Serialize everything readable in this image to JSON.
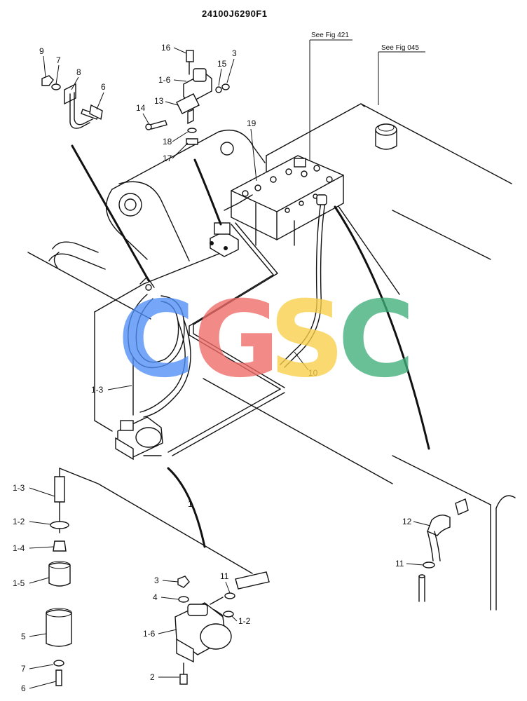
{
  "drawing_code": "24100J6290F1",
  "references": [
    {
      "text": "See Fig 421"
    },
    {
      "text": "See Fig 045"
    }
  ],
  "watermark": {
    "letters": [
      "C",
      "G",
      "S",
      "C"
    ],
    "colors": [
      "#4f8ef7",
      "#ef6b66",
      "#f9cf4a",
      "#3fae79"
    ]
  },
  "callouts": {
    "c9": "9",
    "c7a": "7",
    "c8": "8",
    "c6a": "6",
    "c16": "16",
    "c16b": "1-6",
    "c15": "15",
    "c3a": "3",
    "c13": "13",
    "c14": "14",
    "c18": "18",
    "c17": "17",
    "c19": "19",
    "c10": "10",
    "c13b": "1-3",
    "c1": "1",
    "c13c": "1-3",
    "c12a": "1-2",
    "c14b": "1-4",
    "c15b": "1-5",
    "c5": "5",
    "c7b": "7",
    "c6b": "6",
    "c3b": "3",
    "c4": "4",
    "c11a": "11",
    "c12b": "1-2",
    "c16c": "1-6",
    "c2": "2",
    "c12": "12",
    "c11b": "11"
  }
}
